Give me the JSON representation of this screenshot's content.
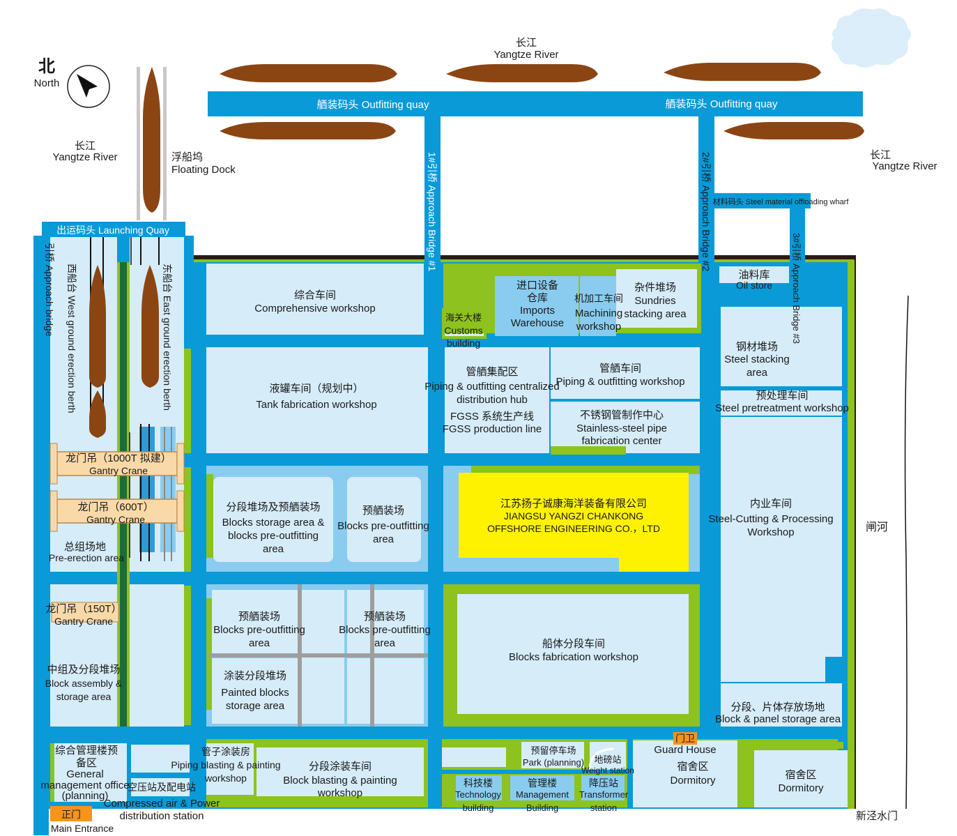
{
  "compass": {
    "cn": "北",
    "en": "North"
  },
  "river": {
    "top": {
      "cn": "长江",
      "en": "Yangtze River"
    },
    "left": {
      "cn": "长江",
      "en": "Yangtze River"
    },
    "right": {
      "cn": "长江",
      "en": "Yangtze River"
    },
    "canal": "闸河",
    "gate": "新泾水门"
  },
  "floating_dock": {
    "cn": "浮船坞",
    "en": "Floating Dock"
  },
  "quays": {
    "outfitting_left": "舾装码头  Outfitting quay",
    "outfitting_right": "舾装码头  Outfitting quay",
    "launching": "出运码头 Launching Quay",
    "steel_wharf": "材料码头 Steel material offloading wharf"
  },
  "bridges": {
    "b1": "1#引桥  Approach Bridge #1",
    "b2": "2#引桥  Approach Bridge #2",
    "b3": "3#引桥  Approach Bridge #3",
    "left": "引桥  Approach bridge"
  },
  "berths": {
    "west": "西船台  West ground erection berth",
    "east": "东船台  East ground erection berth"
  },
  "cranes": {
    "c1000": {
      "cn": "龙门吊（1000T 拟建）",
      "en": "Gantry Crane"
    },
    "c600": {
      "cn": "龙门吊（600T）",
      "en": "Gantry Crane"
    },
    "c150": {
      "cn": "龙门吊（150T）",
      "en": "Gantry Crane"
    }
  },
  "areas": {
    "pre_erection": {
      "cn": "总组场地",
      "en": "Pre-erection area"
    },
    "block_assembly": {
      "cn": "中组及分段堆场",
      "en1": "Block assembly &",
      "en2": "storage area"
    },
    "comprehensive": {
      "cn": "综合车间",
      "en": "Comprehensive workshop"
    },
    "customs": {
      "cn": "海关大楼",
      "en1": "Customs",
      "en2": "building"
    },
    "imports": {
      "cn1": "进口设备",
      "cn2": "仓库",
      "en1": "Imports",
      "en2": "Warehouse"
    },
    "machining": {
      "cn": "机加工车间",
      "en1": "Machining",
      "en2": "workshop"
    },
    "sundries": {
      "cn": "杂件堆场",
      "en1": "Sundries",
      "en2": "stacking area"
    },
    "oil": {
      "cn": "油料库",
      "en": "Oil store"
    },
    "tank": {
      "cn": "液罐车间（规划中）",
      "en": "Tank fabrication workshop"
    },
    "piping_hub": {
      "cn": "管舾集配区",
      "en1": "Piping & outfitting centralized",
      "en2": "distribution hub"
    },
    "fgss": {
      "cn": "FGSS 系统生产线",
      "en": "FGSS production line"
    },
    "piping_ws": {
      "cn": "管舾车间",
      "en": "Piping & outfitting workshop"
    },
    "stainless": {
      "cn": "不锈钢管制作中心",
      "en1": "Stainless-steel pipe",
      "en2": "fabrication center"
    },
    "steel_stack": {
      "cn": "钢材堆场",
      "en1": "Steel stacking",
      "en2": "area"
    },
    "pretreat": {
      "cn": "预处理车间",
      "en": "Steel pretreatment workshop"
    },
    "blocks_storage": {
      "cn": "分段堆场及预舾装场",
      "en1": "Blocks storage area &",
      "en2": "blocks pre-outfitting",
      "en3": "area"
    },
    "pre_outfit1": {
      "cn": "预舾装场",
      "en1": "Blocks pre-outfitting",
      "en2": "area"
    },
    "company": {
      "cn": "江苏扬子诚康海洋装备有限公司",
      "en1": "JIANGSU YANGZI CHANKONG",
      "en2": "OFFSHORE ENGINEERING CO.，LTD"
    },
    "cutting": {
      "cn": "内业车间",
      "en1": "Steel-Cutting & Processing",
      "en2": "Workshop"
    },
    "pre_outfit2": {
      "cn": "预舾装场",
      "en1": "Blocks pre-outfitting",
      "en2": "area"
    },
    "pre_outfit3": {
      "cn": "预舾装场",
      "en1": "Blocks pre-outfitting",
      "en2": "area"
    },
    "painted": {
      "cn": "涂装分段堆场",
      "en1": "Painted blocks",
      "en2": "storage area"
    },
    "block_fab": {
      "cn": "船体分段车间",
      "en": "Blocks fabrication workshop"
    },
    "panel_storage": {
      "cn": "分段、片体存放场地",
      "en": "Block & panel storage area"
    },
    "mgmt_office": {
      "cn1": "综合管理楼预",
      "cn2": "备区",
      "en1": "General",
      "en2": "management office",
      "en3": "(planning)"
    },
    "power": {
      "cn": "空压站及配电站",
      "en1": "Compressed air & Power",
      "en2": "distribution station"
    },
    "pipe_blasting": {
      "cn": "管子涂装房",
      "en1": "Piping blasting & painting",
      "en2": "workshop"
    },
    "block_blasting": {
      "cn": "分段涂装车间",
      "en1": "Block blasting & painting",
      "en2": "workshop"
    },
    "park": {
      "cn": "预留停车场",
      "en": "Park (planning)"
    },
    "weight": {
      "cn": "地磅站",
      "en": "Weight station"
    },
    "guard": {
      "cn": "门卫",
      "en": "Guard House"
    },
    "dorm1": {
      "cn": "宿舍区",
      "en": "Dormitory"
    },
    "dorm2": {
      "cn": "宿舍区",
      "en": "Dormitory"
    },
    "tech": {
      "cn": "科技楼",
      "en1": "Technology",
      "en2": "building"
    },
    "mgmt_bldg": {
      "cn": "管理楼",
      "en1": "Management",
      "en2": "Building"
    },
    "transformer": {
      "cn": "降压站",
      "en1": "Transformer",
      "en2": "station"
    },
    "main_entrance": {
      "cn": "正门",
      "en": "Main Entrance"
    }
  },
  "colors": {
    "road": "#0a9ad8",
    "block": "#d6ecf9",
    "block_mid": "#89ccef",
    "green": "#8dc21f",
    "ship": "#8b4513",
    "company": "#fff200",
    "gate": "#f7941d",
    "boundary": "#2b1a14"
  }
}
